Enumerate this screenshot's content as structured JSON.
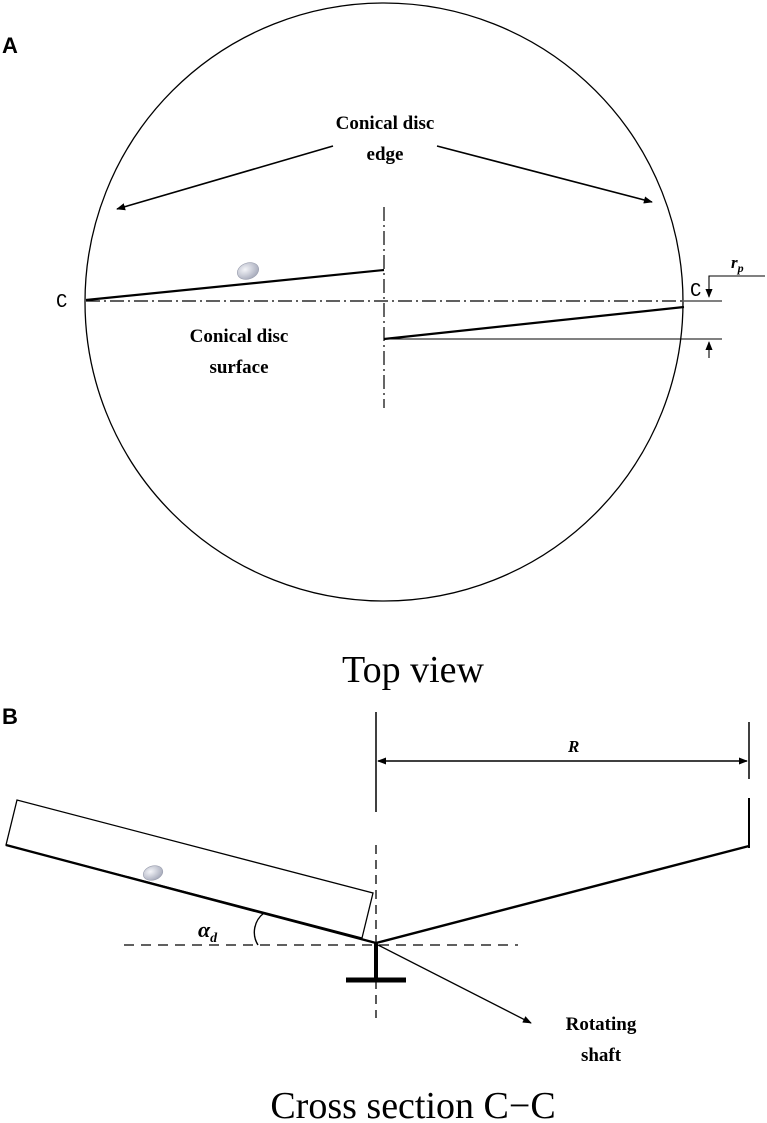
{
  "panel_a": {
    "letter": "A",
    "edge_label_line1": "Conical disc",
    "edge_label_line2": "edge",
    "surface_label_line1": "Conical disc",
    "surface_label_line2": "surface",
    "section_mark_left": "C",
    "section_mark_right": "C",
    "rp_symbol": "r",
    "rp_subscript": "p",
    "caption": "Top view"
  },
  "panel_b": {
    "letter": "B",
    "radius_symbol": "R",
    "angle_symbol": "α",
    "angle_subscript": "d",
    "shaft_label_line1": "Rotating",
    "shaft_label_line2": "shaft",
    "caption": "Cross section C−C"
  },
  "colors": {
    "line": "#000000",
    "seed": "#c9ccd8",
    "seed_highlight": "#f4f5f9"
  }
}
